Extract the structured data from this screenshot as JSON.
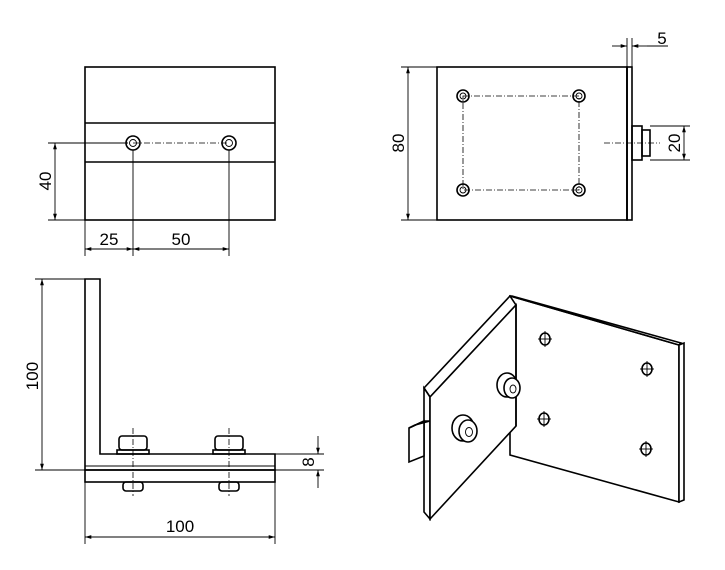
{
  "dimensions": {
    "front_height": "40",
    "front_offset": "25",
    "front_spacing": "50",
    "side_height": "80",
    "side_thickness": "5",
    "side_bolt": "20",
    "plan_height": "100",
    "plan_thickness": "8",
    "plan_width": "100"
  },
  "colors": {
    "line": "#000000",
    "background": "#ffffff"
  }
}
